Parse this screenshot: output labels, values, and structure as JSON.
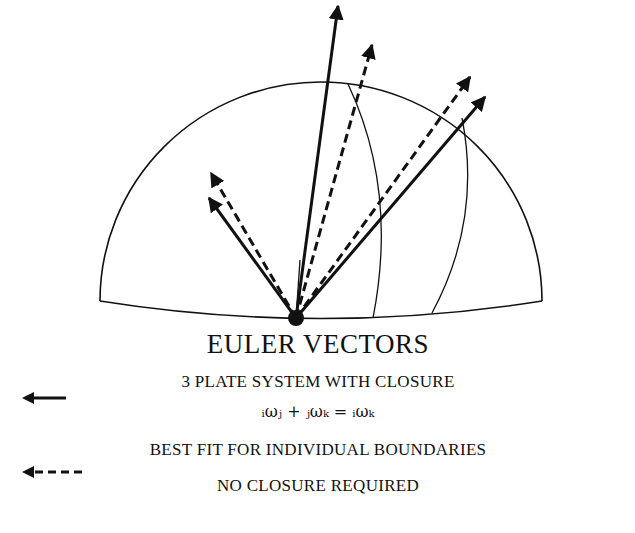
{
  "diagram": {
    "title": "EULER VECTORS",
    "labels": [
      "ᵢωⱼ + ⱼωₖ = ᵢωₖ",
      "BEST FIT FOR INDIVIDUAL BOUNDARIES"
    ],
    "legend": [
      {
        "text": "3 PLATE SYSTEM WITH CLOSURE"
      },
      {
        "text": "NO CLOSURE REQUIRED"
      }
    ]
  }
}
